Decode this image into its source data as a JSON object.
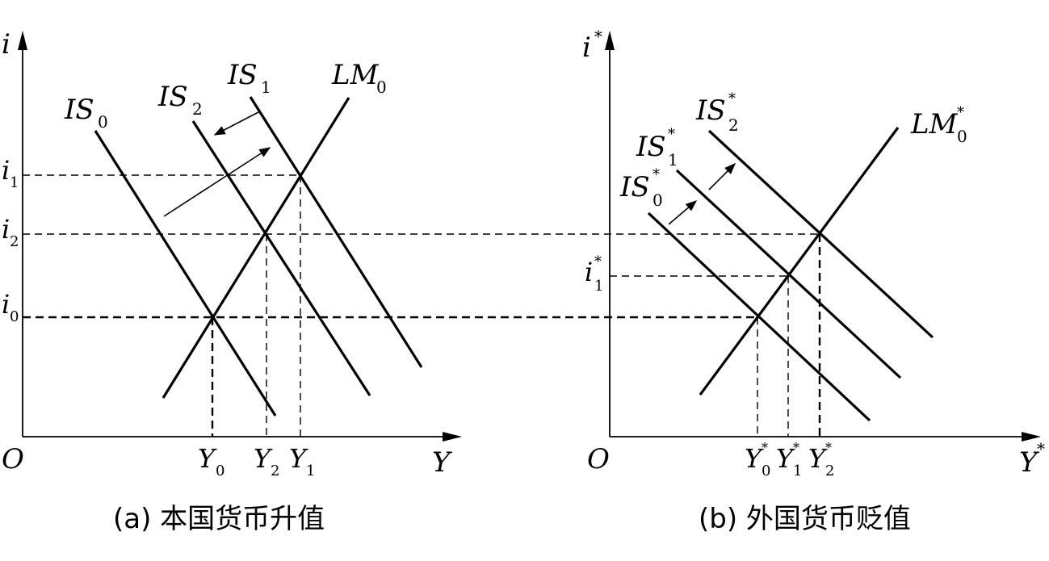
{
  "panel_a": {
    "y_axis_label": "i",
    "x_axis_label": "Y",
    "origin": "O",
    "curves": {
      "is0": {
        "base": "IS",
        "sub": "0",
        "sup": ""
      },
      "is2": {
        "base": "IS",
        "sub": "2",
        "sup": ""
      },
      "is1": {
        "base": "IS",
        "sub": "1",
        "sup": ""
      },
      "lm0": {
        "base": "LM",
        "sub": "0",
        "sup": ""
      }
    },
    "y_ticks": {
      "i1": {
        "base": "i",
        "sub": "1",
        "sup": ""
      },
      "i2": {
        "base": "i",
        "sub": "2",
        "sup": ""
      },
      "i0": {
        "base": "i",
        "sub": "0",
        "sup": ""
      }
    },
    "x_ticks": {
      "y0": {
        "base": "Y",
        "sub": "0",
        "sup": ""
      },
      "y2": {
        "base": "Y",
        "sub": "2",
        "sup": ""
      },
      "y1": {
        "base": "Y",
        "sub": "1",
        "sup": ""
      }
    },
    "caption": "(a) 本国货币升值"
  },
  "panel_b": {
    "y_axis_label": {
      "base": "i",
      "sub": "",
      "sup": "*"
    },
    "x_axis_label": {
      "base": "Y",
      "sub": "",
      "sup": "*"
    },
    "origin": "O",
    "curves": {
      "is2": {
        "base": "IS",
        "sub": "2",
        "sup": "*"
      },
      "is1": {
        "base": "IS",
        "sub": "1",
        "sup": "*"
      },
      "is0": {
        "base": "IS",
        "sub": "0",
        "sup": "*"
      },
      "lm0": {
        "base": "LM",
        "sub": "0",
        "sup": "*"
      }
    },
    "y_ticks": {
      "i1": {
        "base": "i",
        "sub": "1",
        "sup": "*"
      }
    },
    "x_ticks": {
      "y0": {
        "base": "Y",
        "sub": "0",
        "sup": "*"
      },
      "y1": {
        "base": "Y",
        "sub": "1",
        "sup": "*"
      },
      "y2": {
        "base": "Y",
        "sub": "2",
        "sup": "*"
      }
    },
    "caption": "(b) 外国货币贬值"
  }
}
